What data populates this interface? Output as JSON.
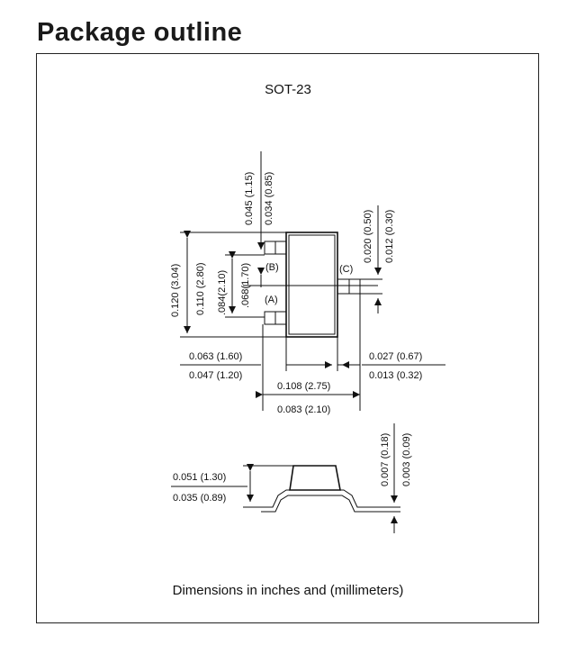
{
  "heading": "Package outline",
  "package_name": "SOT-23",
  "footnote": "Dimensions in inches and (millimeters)",
  "pins": {
    "a": "(A)",
    "b": "(B)",
    "c": "(C)"
  },
  "top_view": {
    "lead_width_max": "0.045 (1.15)",
    "lead_width_min": "0.034 (0.85)",
    "lead_c_max": "0.020 (0.50)",
    "lead_c_min": "0.012 (0.30)",
    "overall_height_max": "0.120 (3.04)",
    "overall_height_min": "0.110 (2.80)",
    "pin_pitch_max": ".084(2.10)",
    "pin_pitch_min": ".068(1.70)",
    "body_width_max": "0.063 (1.60)",
    "body_width_min": "0.047 (1.20)",
    "lead_length_max": "0.027 (0.67)",
    "lead_length_min": "0.013 (0.32)",
    "overall_width_max": "0.108 (2.75)",
    "overall_width_min": "0.083 (2.10)"
  },
  "side_view": {
    "height_max": "0.051 (1.30)",
    "height_min": "0.035 (0.89)",
    "lead_thickness_max": "0.007 (0.18)",
    "lead_thickness_min": "0.003 (0.09)"
  }
}
